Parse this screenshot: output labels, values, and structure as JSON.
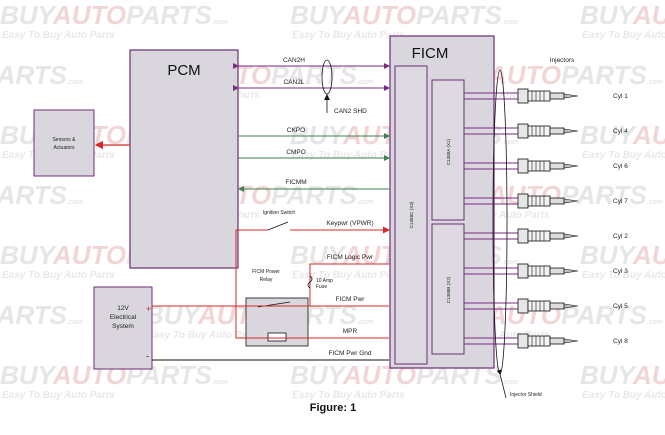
{
  "watermark": {
    "brand_buy": "BUY",
    "brand_auto": "AUTO",
    "brand_parts": "PARTS",
    "brand_com": ".com",
    "tagline": "Easy To Buy Auto Parts"
  },
  "blocks": {
    "pcm": "PCM",
    "ficm": "FICM",
    "sensors_line1": "Sensors &",
    "sensors_line2": "Actuators",
    "electrical_line1": "12V",
    "electrical_line2": "Electrical",
    "electrical_line3": "System",
    "relay_line1": "FICM Power",
    "relay_line2": "Relay",
    "ignition_switch": "Ignition Switch",
    "fuse_line1": "10 Amp",
    "fuse_line2": "Fuse",
    "plus_terminal": "+",
    "minus_terminal": "-"
  },
  "signals": {
    "can2h": "CAN2H",
    "can2l": "CAN2L",
    "can2_shd": "CAN2 SHD",
    "ckpo": "CKPO",
    "cmpo": "CMPO",
    "ficmm": "FICMM",
    "keypwr": "Keypwr (VPWR)",
    "ficm_logic_pwr": "FICM Logic Pwr",
    "ficm_pwr": "FICM Pwr",
    "mpr": "MPR",
    "ficm_pwr_gnd": "FICM Pwr Gnd"
  },
  "connectors": {
    "c1388a": "C1388A (X1)",
    "c1388b": "C1388B (X2)",
    "c1388c": "C1388C (X3)"
  },
  "injectors": {
    "title": "Injectors",
    "cylinders": [
      "Cyl 1",
      "Cyl 4",
      "Cyl 6",
      "Cyl 7",
      "Cyl 2",
      "Cyl 3",
      "Cyl 5",
      "Cyl 8"
    ]
  },
  "injector_shield": "Injector Shield",
  "caption": "Figure: 1",
  "colors": {
    "purple": "#7a2a82",
    "green": "#3f7f4e",
    "red": "#d62828",
    "block_fill": "#d9d6de",
    "block_border": "#6b2f73"
  }
}
